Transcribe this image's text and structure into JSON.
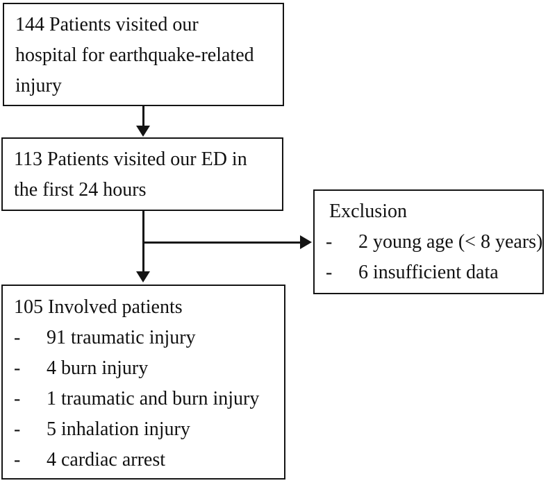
{
  "figure": {
    "background": "#ffffff",
    "line_color": "#141414",
    "text_color": "#111111"
  },
  "boxes": {
    "box1": {
      "lines": [
        "144 Patients visited our",
        "hospital for earthquake-related",
        "injury"
      ]
    },
    "box2": {
      "lines": [
        "113 Patients visited our ED in",
        "the first 24 hours"
      ]
    },
    "exclusion": {
      "title": "Exclusion",
      "items": [
        {
          "bullet": "-",
          "text": "2 young age (< 8 years)"
        },
        {
          "bullet": "-",
          "text": "6 insufficient data"
        }
      ]
    },
    "box3": {
      "title": "105 Involved patients",
      "items": [
        {
          "bullet": "-",
          "text": "91 traumatic injury"
        },
        {
          "bullet": "-",
          "text": "4 burn injury"
        },
        {
          "bullet": "-",
          "text": "1 traumatic and burn injury"
        },
        {
          "bullet": "-",
          "text": "5 inhalation injury"
        },
        {
          "bullet": "-",
          "text": "4 cardiac arrest"
        }
      ]
    }
  }
}
